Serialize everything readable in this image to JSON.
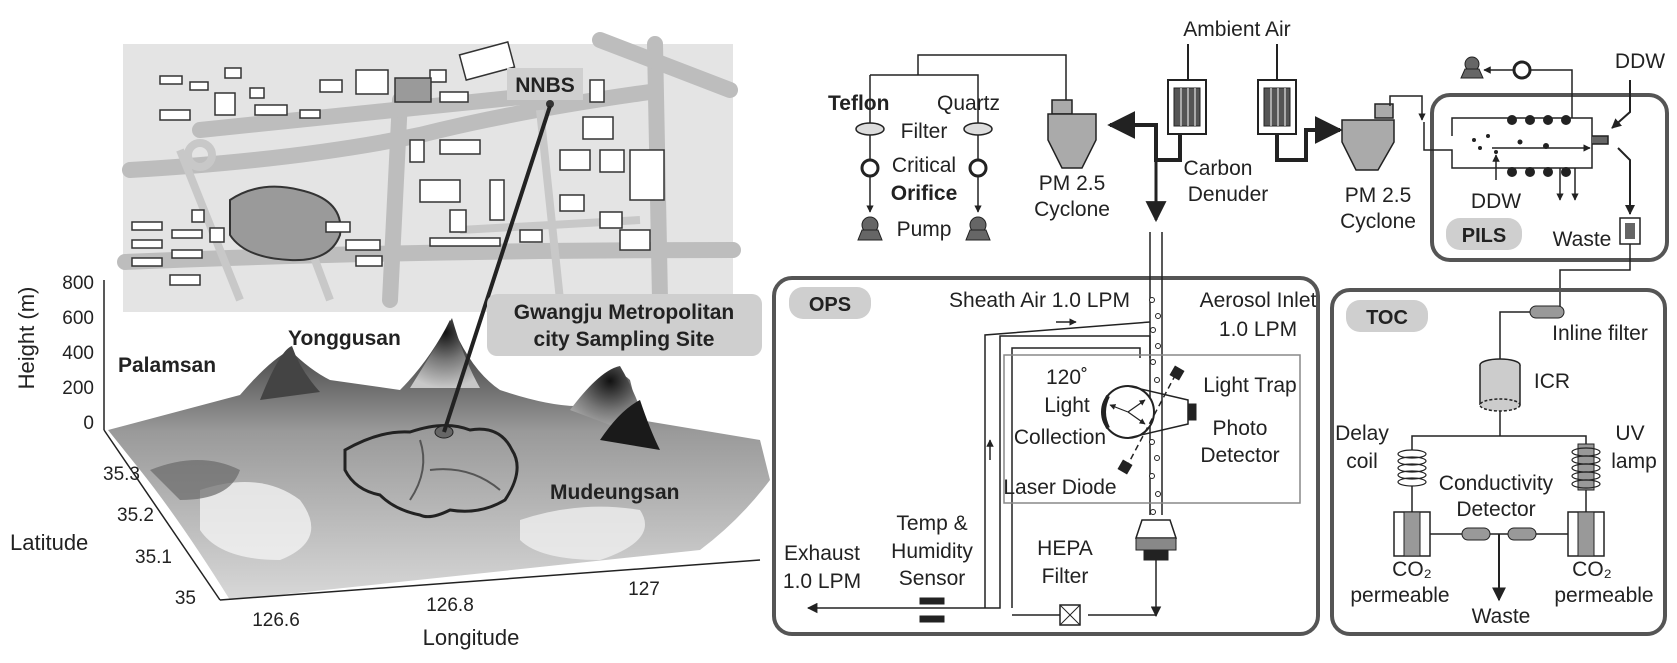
{
  "map_panel": {
    "site_tag": "NNBS",
    "site_caption_line1": "Gwangju Metropolitan",
    "site_caption_line2": "city Sampling Site",
    "peaks": [
      "Palamsan",
      "Yonggusan",
      "Mudeungsan"
    ],
    "axes": {
      "z_label": "Height (m)",
      "z_ticks": [
        "800",
        "600",
        "400",
        "200",
        "0"
      ],
      "y_label": "Latitude",
      "y_ticks": [
        "35.3",
        "35.2",
        "35.1",
        "35"
      ],
      "x_label": "Longitude",
      "x_ticks": [
        "126.6",
        "126.8",
        "127"
      ]
    }
  },
  "sampling": {
    "ambient_air": "Ambient Air",
    "teflon": "Teflon",
    "quartz": "Quartz",
    "filter": "Filter",
    "critical": "Critical",
    "orifice": "Orifice",
    "pump": "Pump",
    "pm25_left_1": "PM 2.5",
    "pm25_left_2": "Cyclone",
    "carbon_1": "Carbon",
    "carbon_2": "Denuder",
    "pm25_right_1": "PM 2.5",
    "pm25_right_2": "Cyclone"
  },
  "pils": {
    "title": "PILS",
    "ddw_top": "DDW",
    "ddw_bottom": "DDW",
    "waste": "Waste"
  },
  "ops": {
    "title": "OPS",
    "sheath_air": "Sheath Air 1.0 LPM",
    "aerosol_inlet_1": "Aerosol Inlet",
    "aerosol_inlet_2": "1.0 LPM",
    "angle": "120˚",
    "light": "Light",
    "collection": "Collection",
    "light_trap": "Light Trap",
    "photo": "Photo",
    "detector": "Detector",
    "laser_diode": "Laser Diode",
    "exhaust_1": "Exhaust",
    "exhaust_2": "1.0 LPM",
    "temp_1": "Temp &",
    "temp_2": "Humidity",
    "temp_3": "Sensor",
    "hepa_1": "HEPA",
    "hepa_2": "Filter"
  },
  "toc": {
    "title": "TOC",
    "inline_filter": "Inline filter",
    "icr": "ICR",
    "delay_1": "Delay",
    "delay_2": "coil",
    "uv_1": "UV",
    "uv_2": "lamp",
    "cond_1": "Conductivity",
    "cond_2": "Detector",
    "co2_left_1": "CO₂",
    "co2_left_2": "permeable",
    "co2_right_1": "CO₂",
    "co2_right_2": "permeable",
    "waste": "Waste"
  }
}
